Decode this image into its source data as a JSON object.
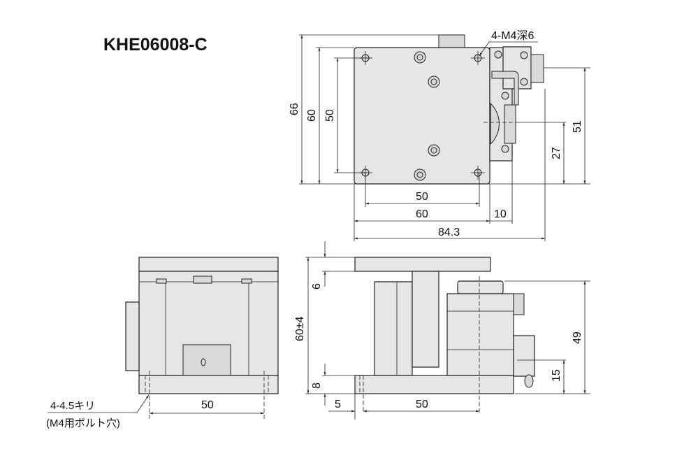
{
  "title": "KHE06008-C",
  "top_view": {
    "callout_tapped_holes": "4-M4深6",
    "dims": {
      "overall_height": "66",
      "plate_height": "60",
      "hole_pitch_v": "50",
      "to_connector": "51",
      "to_center": "27",
      "hole_pitch_h": "50",
      "plate_width": "60",
      "motor_offset": "10",
      "overall_width": "84.3"
    }
  },
  "front_view": {
    "callout_line1": "4-4.5キリ",
    "callout_line2": "(M4用ボルト穴)",
    "dims": {
      "hole_pitch": "50"
    }
  },
  "side_view": {
    "dims": {
      "plate_thickness": "6",
      "total_height": "60±4",
      "base_thickness": "8",
      "edge_offset": "5",
      "hole_pitch": "50",
      "motor_height": "49",
      "connector_height": "15"
    }
  }
}
